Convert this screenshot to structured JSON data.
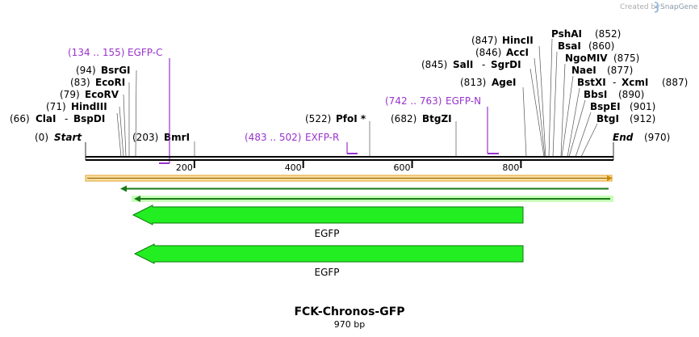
{
  "credit": {
    "created_by": "Created by",
    "brand": "SnapGene"
  },
  "map": {
    "title": "FCK-Chronos-GFP",
    "length_label": "970 bp",
    "start_pos": "(0)",
    "start_label": "Start",
    "end_label": "End",
    "end_pos": "(970)",
    "ticks": [
      {
        "value": 200,
        "label": "200"
      },
      {
        "value": 400,
        "label": "400"
      },
      {
        "value": 600,
        "label": "600"
      },
      {
        "value": 800,
        "label": "800"
      }
    ],
    "colors": {
      "feature_green": "#22ee22",
      "primer_purple": "#9933cc",
      "orf_outline": "#e0a030"
    }
  },
  "sites_left": [
    {
      "pos": "(66)",
      "name": "ClaI",
      "name2": "BspDI"
    },
    {
      "pos": "(71)",
      "name": "HindIII"
    },
    {
      "pos": "(79)",
      "name": "EcoRV"
    },
    {
      "pos": "(83)",
      "name": "EcoRI"
    },
    {
      "pos": "(94)",
      "name": "BsrGI"
    }
  ],
  "sites_mid": [
    {
      "pos": "(203)",
      "name": "BmrI"
    },
    {
      "pos": "(522)",
      "name": "PfoI *"
    },
    {
      "pos": "(682)",
      "name": "BtgZI"
    },
    {
      "pos": "(813)",
      "name": "AgeI"
    }
  ],
  "sites_right": [
    {
      "pos": "(845)",
      "name": "SalI",
      "name2": "SgrDI"
    },
    {
      "pos": "(846)",
      "name": "AccI"
    },
    {
      "pos": "(847)",
      "name": "HincII"
    },
    {
      "pos": "(852)",
      "name": "PshAI"
    },
    {
      "pos": "(860)",
      "name": "BsaI"
    },
    {
      "pos": "(875)",
      "name": "NgoMIV"
    },
    {
      "pos": "(877)",
      "name": "NaeI"
    },
    {
      "pos": "(887)",
      "name": "BstXI",
      "name2": "XcmI"
    },
    {
      "pos": "(890)",
      "name": "BbsI"
    },
    {
      "pos": "(901)",
      "name": "BspEI"
    },
    {
      "pos": "(912)",
      "name": "BtgI"
    }
  ],
  "primers": [
    {
      "range": "(134 .. 155)",
      "name": "EGFP-C"
    },
    {
      "range": "(483 .. 502)",
      "name": "EXFP-R"
    },
    {
      "range": "(742 .. 763)",
      "name": "EGFP-N"
    }
  ],
  "features": [
    {
      "name": "EGFP",
      "start": 93,
      "end": 812,
      "direction": "reverse"
    },
    {
      "name": "EGFP",
      "start": 96,
      "end": 812,
      "direction": "reverse"
    }
  ]
}
